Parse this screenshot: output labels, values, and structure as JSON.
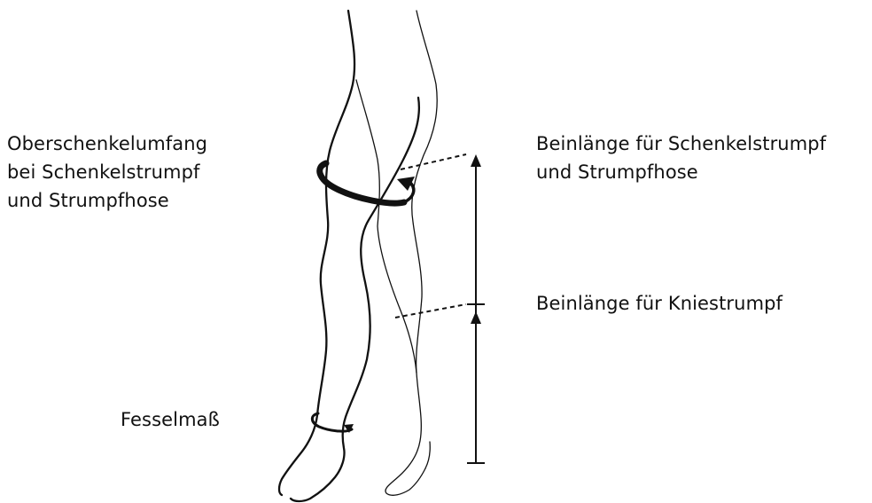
{
  "labels": {
    "thigh_circumference": {
      "line1": "Oberschenkelumfang",
      "line2": "bei Schenkelstrumpf",
      "line3": "und Strumpfhose"
    },
    "leg_length_thigh": {
      "line1": "Beinlänge für Schenkelstrumpf",
      "line2": "und Strumpfhose"
    },
    "leg_length_knee": "Beinlänge für Kniestrumpf",
    "ankle": "Fesselmaß"
  },
  "colors": {
    "ink": "#111111",
    "background": "#ffffff"
  }
}
